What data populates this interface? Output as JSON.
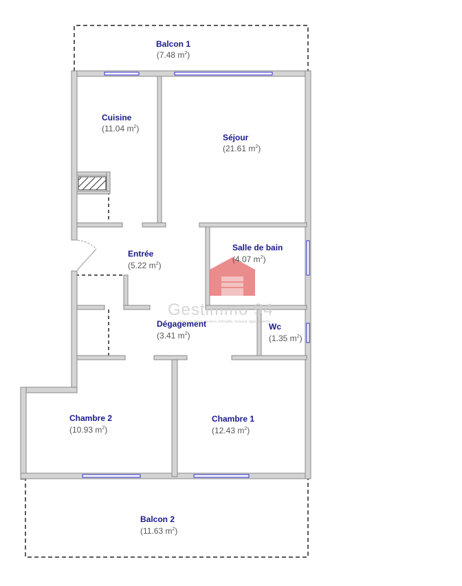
{
  "plan": {
    "wall_color": "#888888",
    "wall_fill": "#d4d4d4",
    "window_color": "#2a2ad0",
    "label_color": "#1a1a8c",
    "area_color": "#555555",
    "area_unit": "m",
    "area_unit_sup": "2"
  },
  "rooms": [
    {
      "id": "balcon-1",
      "name": "Balcon 1",
      "area": "7.48"
    },
    {
      "id": "cuisine",
      "name": "Cuisine",
      "area": "11.04"
    },
    {
      "id": "sejour",
      "name": "Séjour",
      "area": "21.61"
    },
    {
      "id": "entree",
      "name": "Entrée",
      "area": "5.22"
    },
    {
      "id": "salle-de-bain",
      "name": "Salle de bain",
      "area": "4.07"
    },
    {
      "id": "degagement",
      "name": "Dégagement",
      "area": "3.41"
    },
    {
      "id": "wc",
      "name": "Wc",
      "area": "1.35"
    },
    {
      "id": "chambre-2",
      "name": "Chambre 2",
      "area": "10.93"
    },
    {
      "id": "chambre-1",
      "name": "Chambre 1",
      "area": "12.43"
    },
    {
      "id": "balcon-2",
      "name": "Balcon 2",
      "area": "11.63"
    }
  ],
  "watermark": {
    "brand": "Gestimmo 94",
    "tagline": "ventes, locations, terrains, entrepôts, bureaux, appartements",
    "logo_color": "#e87878"
  }
}
